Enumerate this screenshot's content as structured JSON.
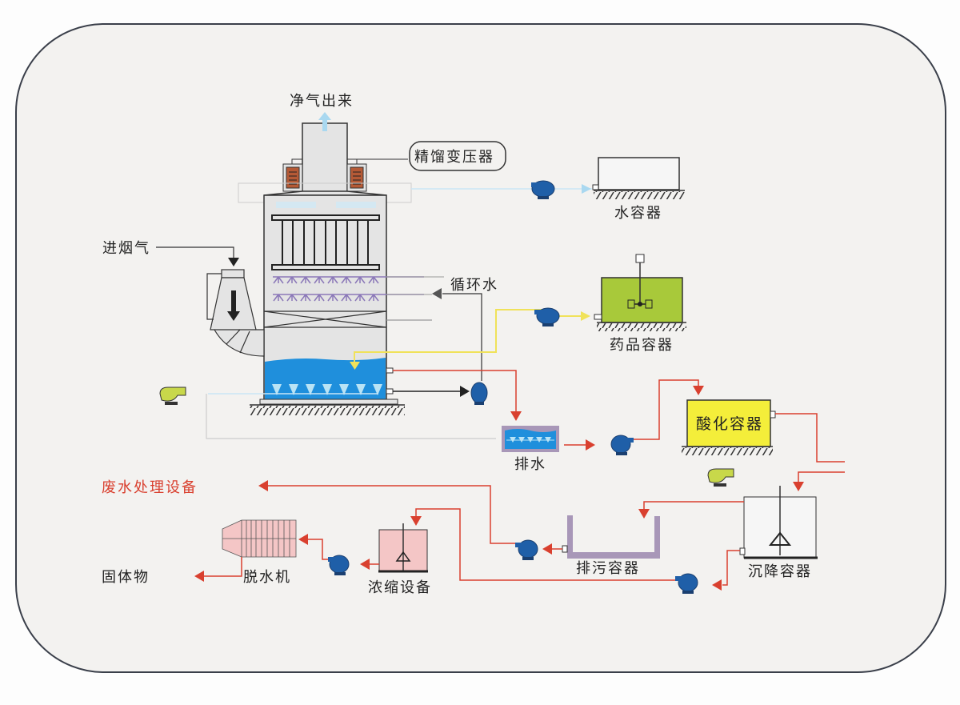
{
  "colors": {
    "background": "#f3f2f0",
    "frame": "#3a3f4a",
    "tower": "#e4e4e4",
    "water": "#1f8fdc",
    "spray": "#b9e3f5",
    "pump": "#1f5fa8",
    "redline": "#d9402f",
    "yellowline": "#f0e25a",
    "chemical_tank": "#a8c93a",
    "acid_tank": "#f4ee3a",
    "thickener": "#f4c6c6",
    "sludge_tank": "#a897b8",
    "heater": "#b55a36",
    "fan": "#c8d84a",
    "nozzle": "#8b78b8"
  },
  "labels": {
    "clean_gas_out": "净气出来",
    "transformer": "精馏变压器",
    "water_tank": "水容器",
    "flue_gas_in": "进烟气",
    "circulating_water": "循环水",
    "chemical_tank": "药品容器",
    "drain": "排水",
    "acidification_tank": "酸化容器",
    "wastewater_equipment": "废水处理设备",
    "dehydrator": "脱水机",
    "thickener": "浓缩设备",
    "sludge_tank": "排污容器",
    "settling_tank": "沉降容器",
    "solids": "固体物"
  }
}
